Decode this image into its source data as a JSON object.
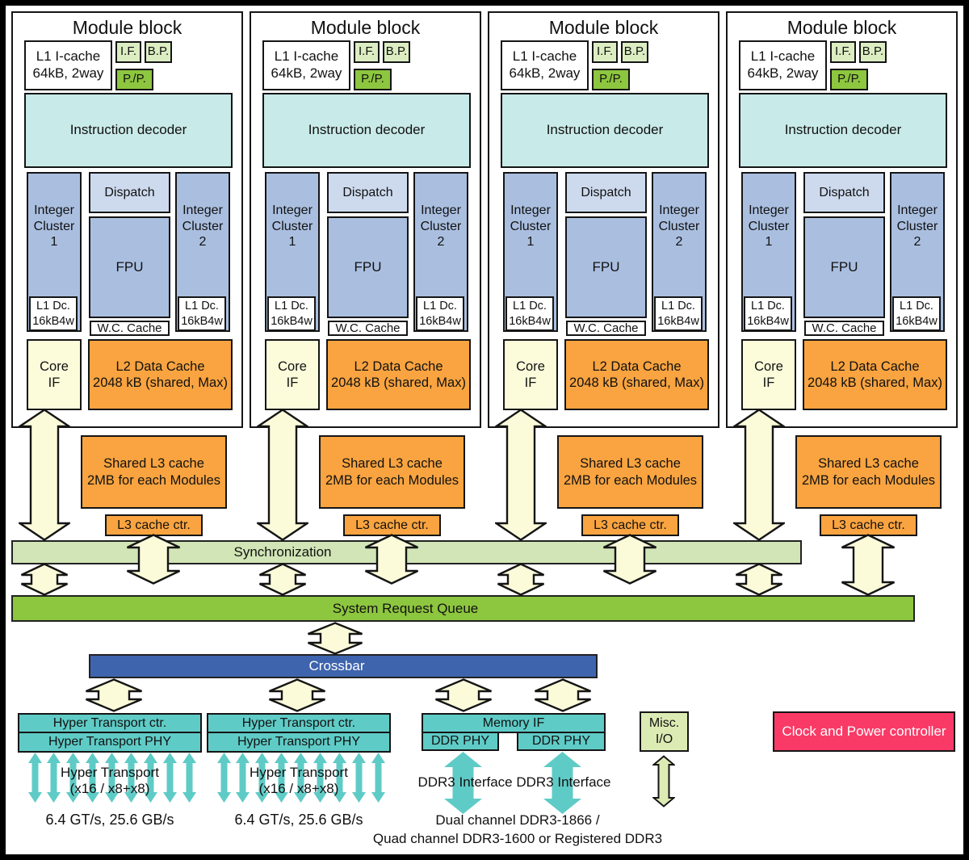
{
  "module_block": {
    "title": "Module block",
    "l1_icache_line1": "L1 I-cache",
    "l1_icache_line2": "64kB, 2way",
    "instruction_fetch": "I.F.",
    "branch_prediction": "B.P.",
    "prefetch_predecode": "P./P.",
    "instruction_decoder": "Instruction decoder",
    "integer_cluster_1": "Integer Cluster 1",
    "integer_cluster_2": "Integer Cluster 2",
    "dispatch": "Dispatch",
    "fpu": "FPU",
    "l1_dcache_line1": "L1 Dc.",
    "l1_dcache_line2": "16kB4w",
    "wc_cache": "W.C. Cache",
    "core_if_line1": "Core",
    "core_if_line2": "IF",
    "l2_line1": "L2 Data Cache",
    "l2_line2": "2048 kB (shared, Max)"
  },
  "l3_cache": {
    "shared_line1": "Shared L3 cache",
    "shared_line2": "2MB for each Modules",
    "controller": "L3 cache ctr."
  },
  "buses": {
    "synchronization": "Synchronization",
    "system_request_queue": "System Request Queue",
    "crossbar": "Crossbar"
  },
  "hyper_transport": {
    "controller": "Hyper Transport ctr.",
    "phy": "Hyper Transport PHY",
    "link_line1": "Hyper Transport",
    "link_line2": "(x16 / x8+x8)",
    "speed": "6.4 GT/s, 25.6 GB/s"
  },
  "memory_interface": {
    "title": "Memory IF",
    "ddr_phy": "DDR PHY",
    "interface_label": "DDR3 Interface DDR3 Interface",
    "channels_line1": "Dual channel DDR3-1866 /",
    "channels_line2": "Quad channel DDR3-1600 or Registered DDR3"
  },
  "misc_io": {
    "line1": "Misc.",
    "line2": "I/O"
  },
  "clock_power_controller": "Clock and Power controller",
  "colors": {
    "arrow_fill": "#fbfbda",
    "teal": "#5fcbc6",
    "orange": "#f9a440",
    "cluster_blue": "#aabfe0",
    "dispatch_blue": "#cddaee",
    "decoder_cyan": "#c8eae8",
    "sync_green": "#d1e5b6",
    "srq_green": "#8dc63f",
    "crossbar_blue": "#3e64ae",
    "pale_yellow": "#fcfcdb",
    "misc_green": "#dcebb4",
    "pink": "#f93a67",
    "outline": "#151515"
  }
}
